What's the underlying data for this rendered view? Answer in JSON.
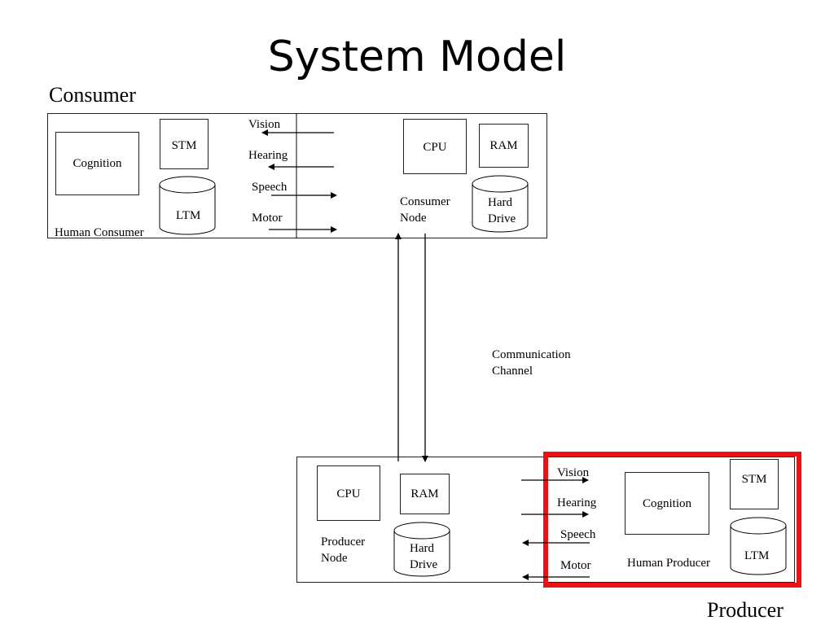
{
  "title": "System Model",
  "section_labels": {
    "consumer": "Consumer",
    "producer": "Producer"
  },
  "consumer": {
    "human_label": "Human Consumer",
    "cognition": "Cognition",
    "stm": "STM",
    "ltm": "LTM",
    "channels": [
      "Vision",
      "Hearing",
      "Speech",
      "Motor"
    ],
    "node": {
      "cpu": "CPU",
      "ram": "RAM",
      "hard_drive": [
        "Hard",
        "Drive"
      ],
      "label": [
        "Consumer",
        "Node"
      ]
    }
  },
  "communication_channel": [
    "Communication",
    "Channel"
  ],
  "producer": {
    "human_label": "Human Producer",
    "cognition": "Cognition",
    "stm": "STM",
    "ltm": "LTM",
    "channels": [
      "Vision",
      "Hearing",
      "Speech",
      "Motor"
    ],
    "node": {
      "cpu": "CPU",
      "ram": "RAM",
      "hard_drive": [
        "Hard",
        "Drive"
      ],
      "label": [
        "Producer",
        "Node"
      ]
    }
  },
  "colors": {
    "highlight": "#ee1111",
    "line": "#000000"
  }
}
